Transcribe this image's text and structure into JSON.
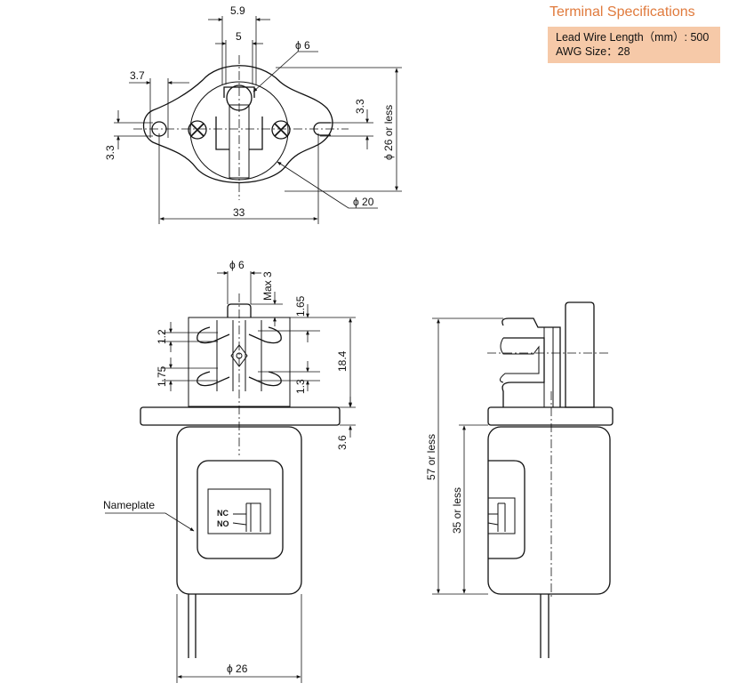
{
  "terminal_specifications": {
    "title": "Terminal Specifications",
    "lead_wire_length": "Lead Wire Length（mm）: 500",
    "awg_size": "AWG Size：28"
  },
  "top_view": {
    "dim_width_5_9": "5.9",
    "dim_width_5": "5",
    "dim_diameter_6": "ϕ 6",
    "dim_3_7": "3.7",
    "dim_3_3_right": "3.3",
    "dim_3_3_left": "3.3",
    "dim_diameter_26": "ϕ 26 or less",
    "dim_33": "33",
    "dim_diameter_20": "ϕ 20"
  },
  "front_view": {
    "dim_diameter_6": "ϕ 6",
    "dim_max_3": "Max 3",
    "dim_1_65": "1.65",
    "dim_1_2": "1.2",
    "dim_18_4": "18.4",
    "dim_1_75": "1.75",
    "dim_1_3": "1.3",
    "dim_3_6": "3.6",
    "nameplate_label": "Nameplate",
    "nc_label": "NC",
    "no_label": "NO",
    "dim_diameter_26_bottom": "ϕ 26"
  },
  "side_view": {
    "dim_57": "57 or less",
    "dim_35": "35 or less"
  }
}
